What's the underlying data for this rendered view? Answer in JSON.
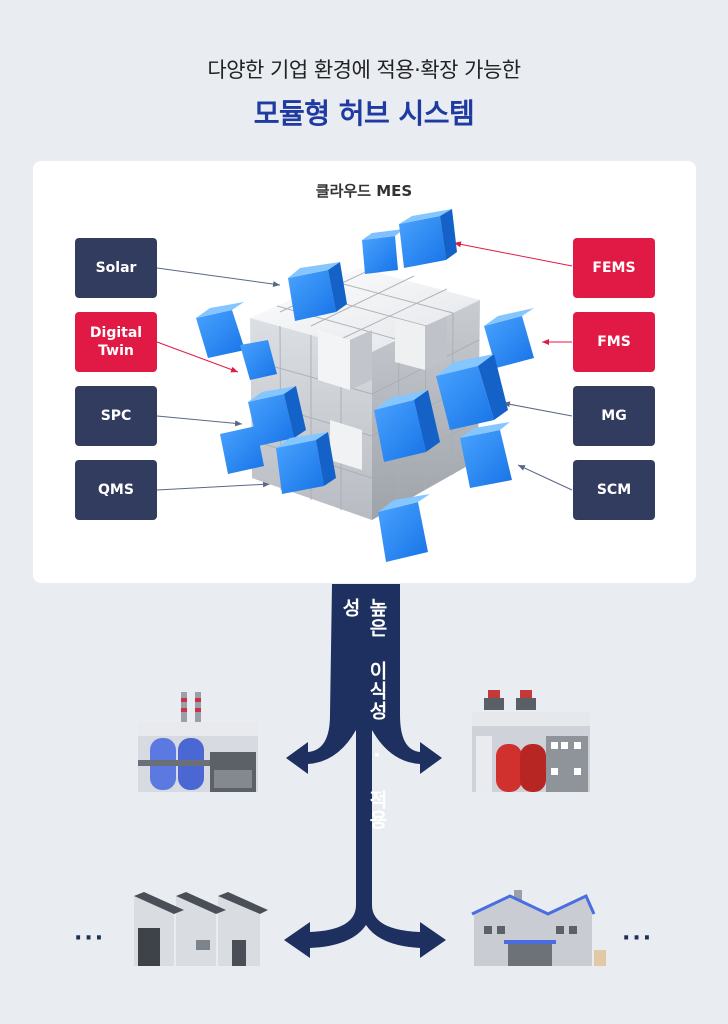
{
  "header": {
    "subtitle": "다양한 기업 환경에 적용·확장 가능한",
    "title": "모듈형 허브 시스템"
  },
  "panel": {
    "title": "클라우드 MES"
  },
  "modules_left": [
    {
      "label": "Solar",
      "color": "#323c5e"
    },
    {
      "label": "Digital\nTwin",
      "color": "#e11a45"
    },
    {
      "label": "SPC",
      "color": "#323c5e"
    },
    {
      "label": "QMS",
      "color": "#323c5e"
    }
  ],
  "modules_right": [
    {
      "label": "FEMS",
      "color": "#e11a45"
    },
    {
      "label": "FMS",
      "color": "#e11a45"
    },
    {
      "label": "MG",
      "color": "#323c5e"
    },
    {
      "label": "SCM",
      "color": "#323c5e"
    }
  ],
  "flow": {
    "label": "높은 이식성 · 적용성",
    "color": "#1e3060"
  },
  "ellipsis": {
    "left": "···",
    "right": "···"
  },
  "colors": {
    "accent_blue": "#1f3aa0",
    "module_navy": "#323c5e",
    "module_red": "#e11a45",
    "cube_blue": "#2f8cf0",
    "background": "#e9edf2"
  },
  "icons": [
    "factory-blue-tanks-icon",
    "factory-red-tanks-icon",
    "factory-sawtooth-icon",
    "factory-warehouse-icon",
    "modular-cube-icon"
  ]
}
